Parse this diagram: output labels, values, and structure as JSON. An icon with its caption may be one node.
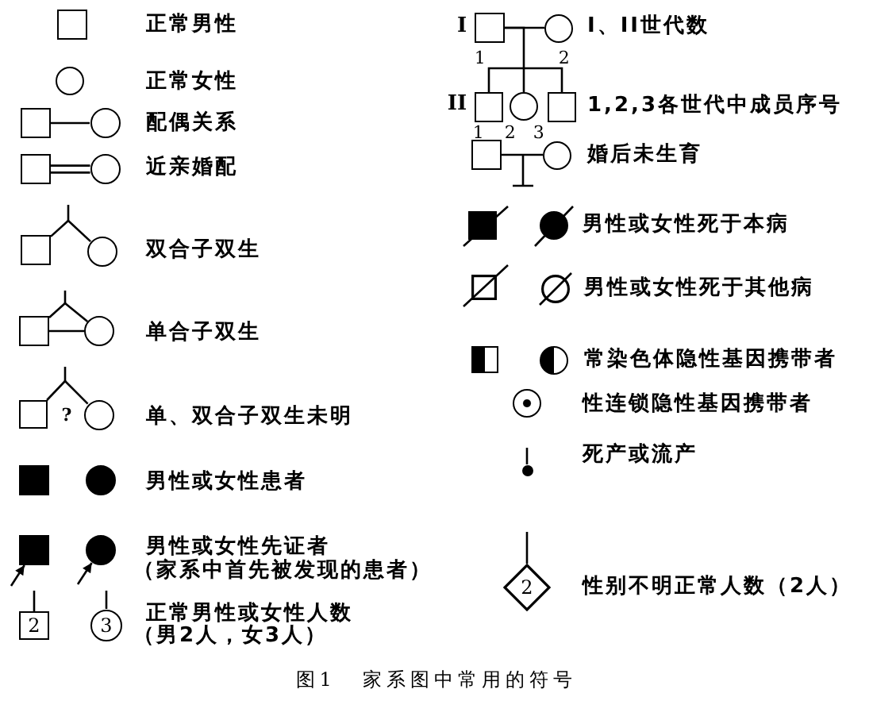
{
  "diagram": {
    "caption": "图1 家系图中常用的符号",
    "nodes": [
      {
        "text": [],
        "shape": "box"
      },
      {
        "text": [],
        "shape": "circle"
      },
      {
        "text": [],
        "shape": "box"
      },
      {
        "text": [],
        "shape": "circle"
      },
      {
        "text": [],
        "shape": "box"
      },
      {
        "text": [],
        "shape": "circle"
      },
      {
        "text": [],
        "shape": "box"
      },
      {
        "text": [],
        "shape": "circle"
      },
      {
        "text": [],
        "shape": "box"
      },
      {
        "text": [],
        "shape": "circle"
      },
      {
        "text": [],
        "shape": "box"
      },
      {
        "text": [],
        "shape": "circle"
      },
      {
        "text": [],
        "shape": "box"
      },
      {
        "text": [],
        "shape": "circle"
      },
      {
        "text": [],
        "shape": "box"
      },
      {
        "text": [],
        "shape": "circle"
      },
      {
        "text": [
          "2"
        ]
      },
      {
        "text": [
          "3"
        ]
      },
      {
        "text": [],
        "shape": "box",
        "beside": [
          "1"
        ]
      },
      {
        "text": [],
        "shape": "circle",
        "beside": [
          "2"
        ]
      },
      {
        "text": [],
        "shape": "box",
        "beside": [
          "1"
        ]
      },
      {
        "text": [],
        "shape": "circle",
        "beside": [
          "2"
        ]
      },
      {
        "text": [],
        "shape": "box",
        "beside": [
          "3"
        ]
      },
      {
        "text": [],
        "shape": "box"
      },
      {
        "text": [],
        "shape": "circle"
      },
      {
        "text": [],
        "shape": "box"
      },
      {
        "text": [],
        "shape": "circle"
      },
      {
        "text": [],
        "shape": "box"
      },
      {
        "text": [],
        "shape": "circle"
      },
      {
        "text": [],
        "shape": "box"
      },
      {
        "text": [],
        "shape": "circle"
      },
      {
        "text": [],
        "shape": "circle"
      },
      {
        "text": [],
        "shape": "circle"
      },
      {
        "text": [
          "2"
        ]
      }
    ],
    "edges": [
      {
        "from": 2,
        "to": 3,
        "arrow": "none"
      },
      {
        "from": 4,
        "to": 5,
        "arrow": "none"
      },
      {
        "from": null,
        "to": 6,
        "arrow": "none"
      },
      {
        "from": null,
        "to": 7,
        "arrow": "none"
      },
      {
        "from": null,
        "to": 8,
        "arrow": "none"
      },
      {
        "from": null,
        "to": 9,
        "arrow": "none"
      },
      {
        "from": 8,
        "to": 9,
        "arrow": "none"
      },
      {
        "from": null,
        "to": 10,
        "arrow": "none"
      },
      {
        "from": null,
        "to": 11,
        "arrow": "none"
      },
      {
        "from": null,
        "to": 14,
        "arrow": "to"
      },
      {
        "from": null,
        "to": 15,
        "arrow": "to"
      },
      {
        "from": null,
        "to": 16,
        "arrow": "none"
      },
      {
        "from": null,
        "to": 17,
        "arrow": "none"
      },
      {
        "from": 18,
        "to": 19,
        "arrow": "none"
      },
      {
        "from": 18,
        "to": 20,
        "arrow": "none"
      },
      {
        "from": 18,
        "to": 21,
        "arrow": "none"
      },
      {
        "from": 18,
        "to": 22,
        "arrow": "none"
      },
      {
        "from": 23,
        "to": 24,
        "arrow": "none"
      },
      {
        "from": null,
        "to": 32,
        "arrow": "none"
      },
      {
        "from": null,
        "to": 33,
        "arrow": "none"
      }
    ],
    "labels": [
      "正常男性",
      "正常女性",
      "配偶关系",
      "近亲婚配",
      "双合子双生",
      "单合子双生",
      "?",
      "单、双合子双生未明",
      "男性或女性患者",
      "男性或女性先证者",
      "（家系中首先被发现的患者）",
      "正常男性或女性人数",
      "（男2人，女3人）",
      "I",
      "I、II世代数",
      "II",
      "1,2,3各世代中成员序号",
      "婚后未生育",
      "男性或女性死于本病",
      "男性或女性死于其他病",
      "常染色体隐性基因携带者",
      "性连锁隐性基因携带者",
      "死产或流产",
      "性别不明正常人数（2人）"
    ]
  }
}
